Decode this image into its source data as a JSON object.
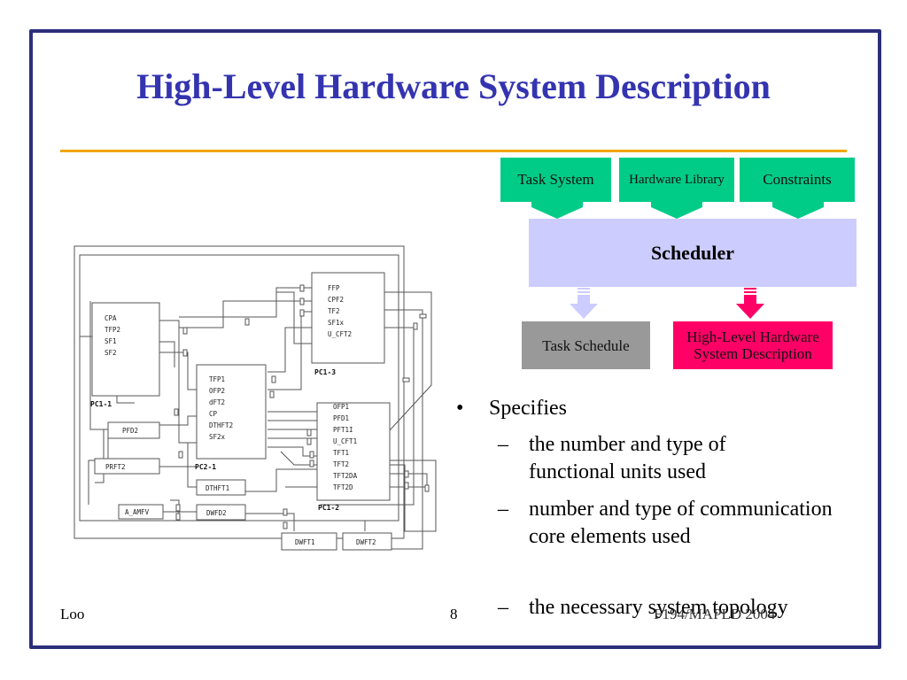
{
  "slide": {
    "title": "High-Level Hardware System Description",
    "inputs": [
      "Task System",
      "Hardware Library",
      "Constraints"
    ],
    "scheduler": "Scheduler",
    "outputs": [
      "Task Schedule",
      "High-Level Hardware System Description"
    ],
    "bullet_main": "Specifies",
    "sub_bullets": [
      "the number and type of functional units used",
      "number and type of communication core elements used",
      "the necessary system topology"
    ],
    "footer_left": "Loo",
    "footer_page": "8",
    "footer_right": "F194/MAPLD 2004",
    "colors": {
      "accent_title": "#3434b0",
      "input_green": "#00cc88",
      "scheduler": "#ccccff",
      "task_schedule": "#999999",
      "hw_desc": "#ff0066"
    }
  },
  "diagram": {
    "pc1_1": {
      "label": "PC1-1",
      "units": [
        "CPA",
        "TFP2",
        "SF1",
        "SF2"
      ]
    },
    "pc1_3": {
      "label": "PC1-3",
      "units": [
        "FFP",
        "CPF2",
        "TF2",
        "SF1x",
        "U_CFT2"
      ]
    },
    "pc2_1": {
      "label": "PC2-1",
      "units": [
        "TFP1",
        "OFP2",
        "dFT2",
        "CP",
        "DTHFT2",
        "SF2x"
      ]
    },
    "pc1_2": {
      "label": "PC1-2",
      "units": [
        "OFP1",
        "PFD1",
        "PFT1I",
        "U_CFT1",
        "TFT1",
        "TFT2",
        "TFT2DA",
        "TFT2D"
      ]
    },
    "boxes": [
      "PFD2",
      "PRFT2",
      "DTHFT1",
      "A_AMFV",
      "DWFD2",
      "DWFT1",
      "DWFT2"
    ]
  }
}
